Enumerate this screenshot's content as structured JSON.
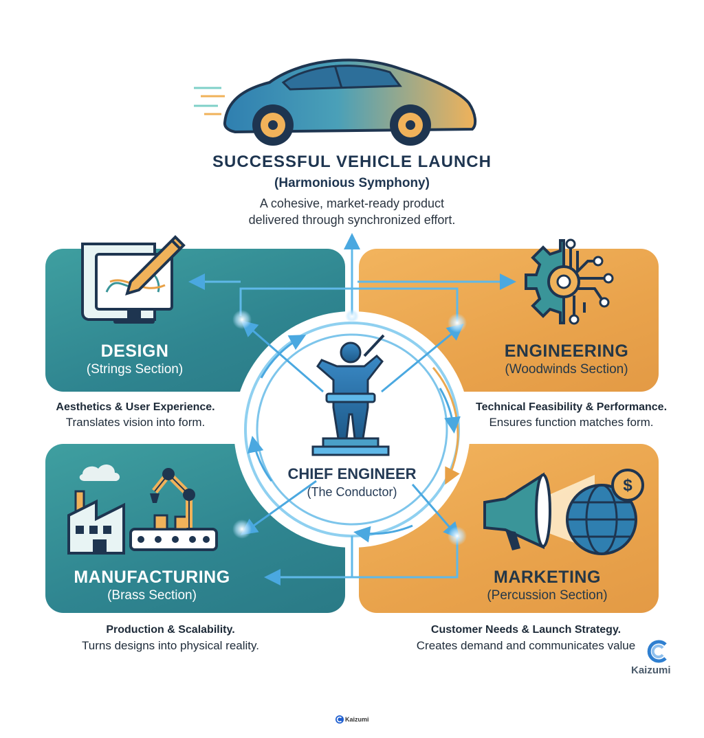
{
  "header": {
    "title": "SUCCESSFUL VEHICLE LAUNCH",
    "subtitle": "(Harmonious Symphony)",
    "desc_line1": "A cohesive, market-ready product",
    "desc_line2": "delivered through synchronized effort."
  },
  "center": {
    "title": "CHIEF ENGINEER",
    "subtitle": "(The Conductor)"
  },
  "sections": {
    "design": {
      "title": "DESIGN",
      "subtitle": "(Strings Section)",
      "desc_bold": "Aesthetics & User Experience.",
      "desc": "Translates vision into form.",
      "icon": "design-monitor-pencil-icon"
    },
    "engineering": {
      "title": "ENGINEERING",
      "subtitle": "(Woodwinds Section)",
      "desc_bold": "Technical Feasibility & Performance.",
      "desc": "Ensures function matches form.",
      "icon": "gear-circuit-icon"
    },
    "manufacturing": {
      "title": "MANUFACTURING",
      "subtitle": "(Brass Section)",
      "desc_bold": "Production & Scalability.",
      "desc": "Turns designs into physical reality.",
      "icon": "factory-robot-arm-icon"
    },
    "marketing": {
      "title": "MARKETING",
      "subtitle": "(Percussion Section)",
      "desc_bold": "Customer Needs & Launch Strategy.",
      "desc": "Creates demand and communicates value",
      "icon": "megaphone-globe-icon"
    }
  },
  "watermark": {
    "text": "Kaizumi",
    "icon": "kaizumi-logo-icon"
  },
  "footer": {
    "text": "Kaizumi"
  },
  "colors": {
    "teal": "#3a9599",
    "orange": "#eeab56",
    "navy": "#1e3550",
    "arrow": "#5fb8e8"
  }
}
